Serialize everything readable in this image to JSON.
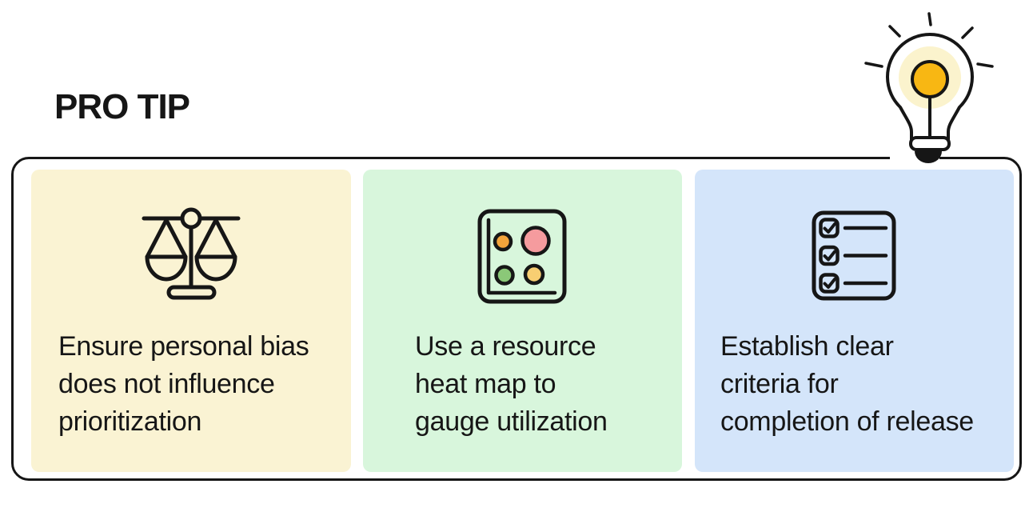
{
  "header": {
    "title": "PRO TIP"
  },
  "colors": {
    "ink": "#161616",
    "page_background": "#FFFFFF"
  },
  "bulb": {
    "glow": "#FBF3CD",
    "core": "#F8B713"
  },
  "cards": [
    {
      "name": "personal-bias",
      "background": "#FAF3D3",
      "icon": "balance-scale-icon",
      "lines": [
        "Ensure personal bias",
        "does not influence",
        "prioritization"
      ]
    },
    {
      "name": "resource-heat-map",
      "background": "#D8F6DC",
      "icon": "heat-map-icon",
      "dot_colors": [
        "#F4A43B",
        "#F59B9E",
        "#8BC878",
        "#F8CE72"
      ],
      "lines": [
        "Use a resource",
        "heat map to",
        "gauge utilization"
      ]
    },
    {
      "name": "release-criteria",
      "background": "#D4E5FA",
      "icon": "checklist-icon",
      "lines": [
        "Establish clear",
        "criteria for",
        "completion of release"
      ]
    }
  ]
}
